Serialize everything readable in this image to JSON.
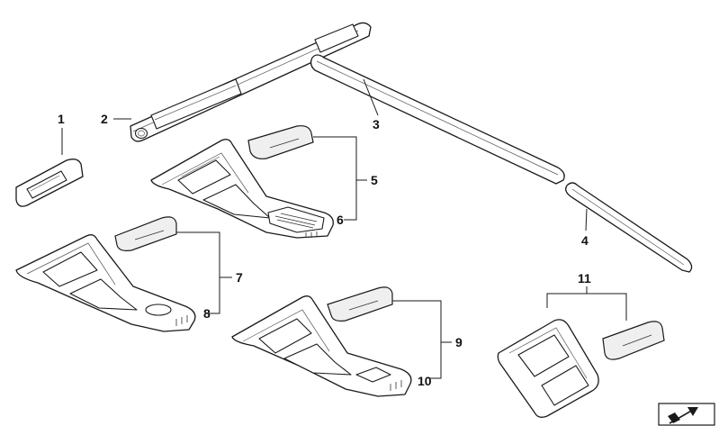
{
  "callouts": [
    {
      "id": "1",
      "label": "1"
    },
    {
      "id": "2",
      "label": "2"
    },
    {
      "id": "3",
      "label": "3"
    },
    {
      "id": "4",
      "label": "4"
    },
    {
      "id": "5",
      "label": "5"
    },
    {
      "id": "6",
      "label": "6"
    },
    {
      "id": "7",
      "label": "7"
    },
    {
      "id": "8",
      "label": "8"
    },
    {
      "id": "9",
      "label": "9"
    },
    {
      "id": "10",
      "label": "10"
    },
    {
      "id": "11",
      "label": "11"
    }
  ],
  "corner_icon": "parts-diagram-arrow-icon"
}
